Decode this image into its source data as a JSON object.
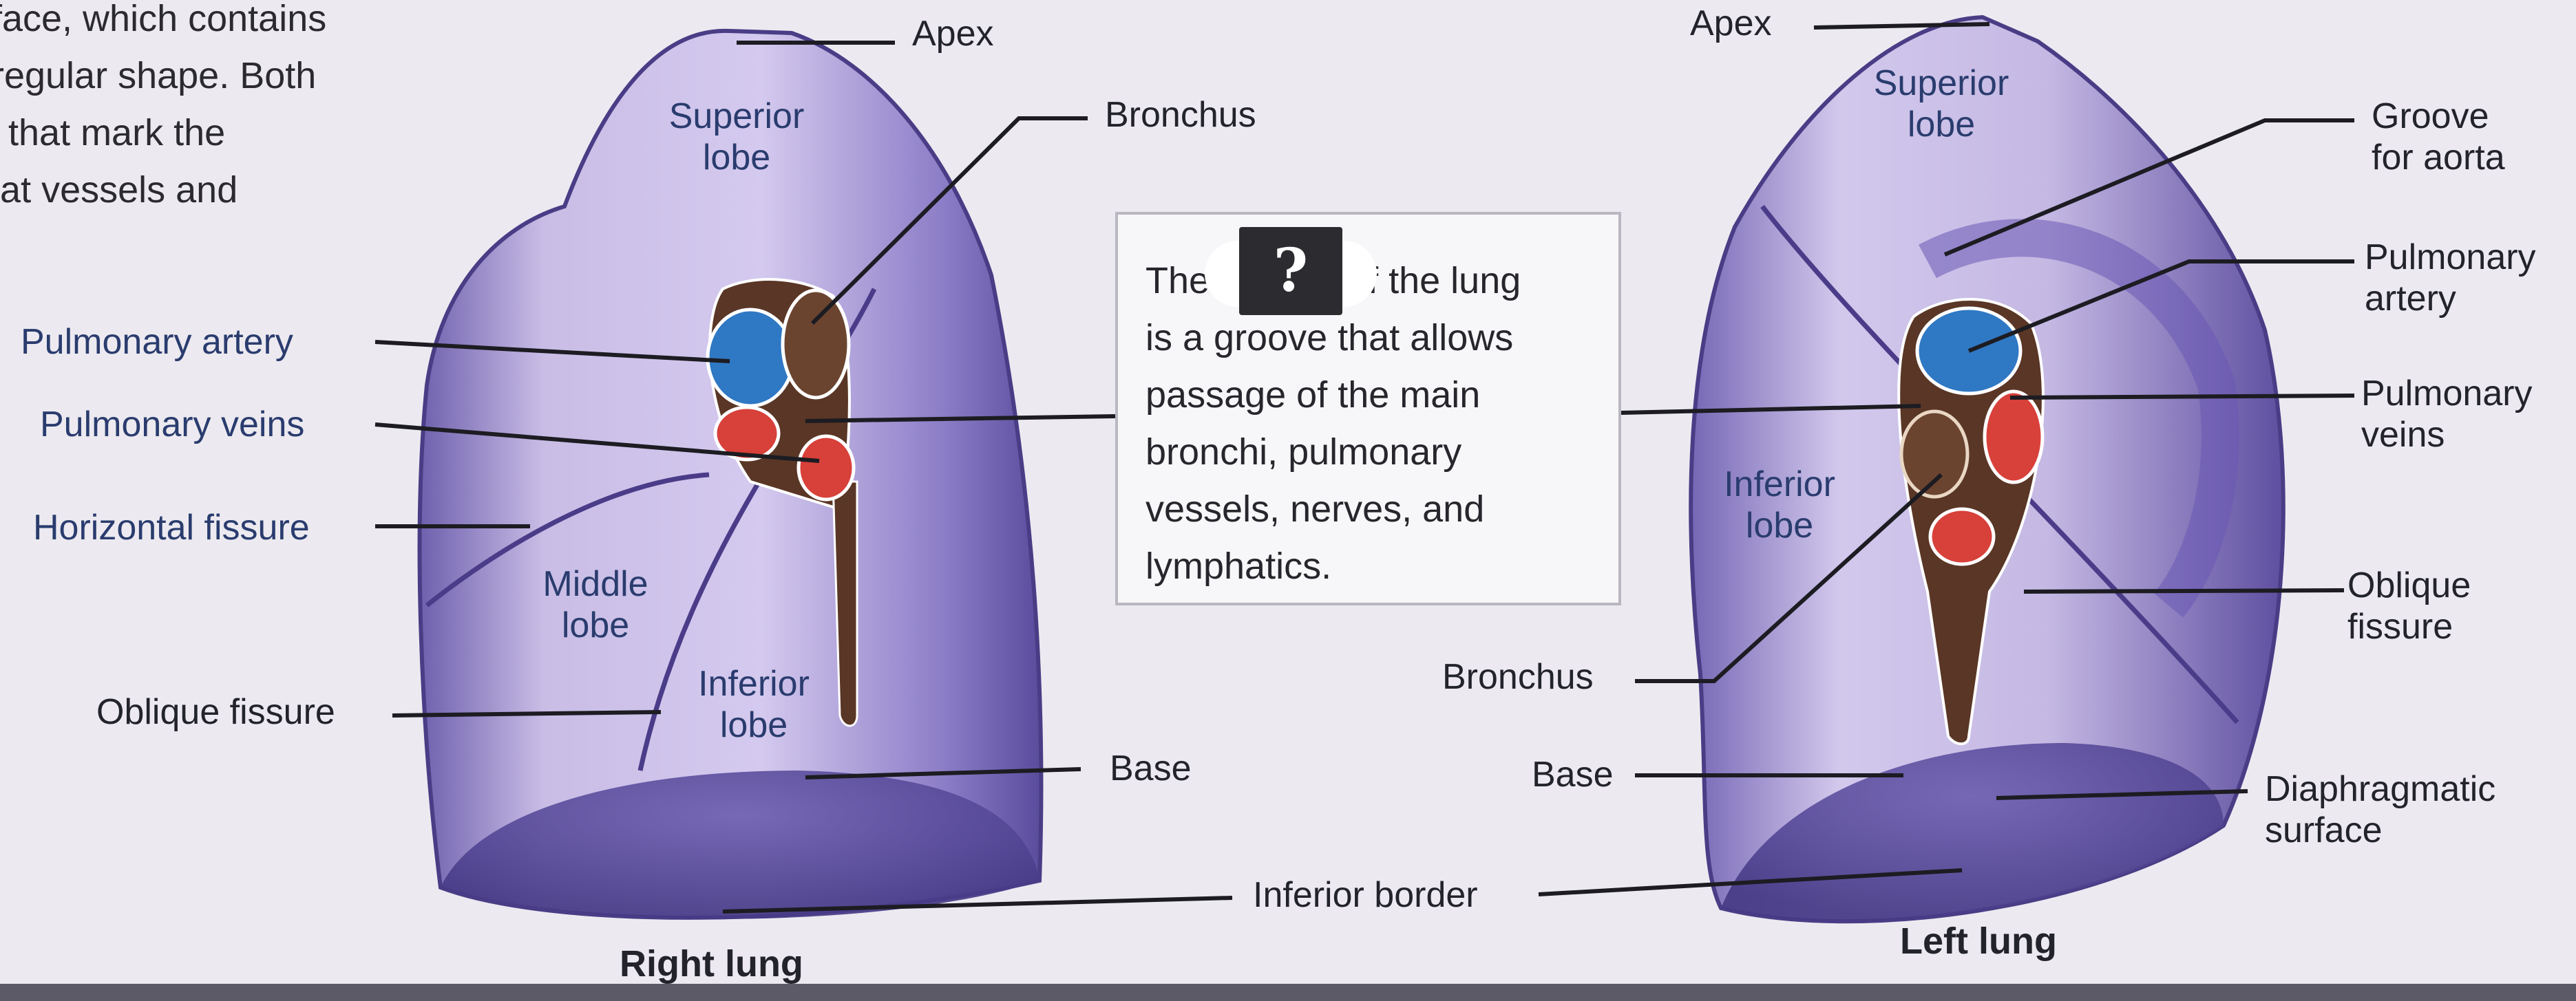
{
  "intro_text": [
    "rface, which contains",
    "rregular shape. Both",
    "s that mark the",
    "eat vessels and"
  ],
  "callout": {
    "line1_pre": "The",
    "mystery_glyph": "?",
    "line1_post": "of the lung",
    "lines": [
      "is a groove that allows",
      "passage of the main",
      "bronchi, pulmonary",
      "vessels, nerves, and",
      "lymphatics."
    ]
  },
  "right_lung": {
    "caption": "Right lung",
    "labels": {
      "apex": "Apex",
      "bronchus": "Bronchus",
      "pulmonary_artery": "Pulmonary artery",
      "pulmonary_veins": "Pulmonary veins",
      "horizontal_fissure": "Horizontal fissure",
      "oblique_fissure": "Oblique fissure",
      "base": "Base",
      "superior_lobe": [
        "Superior",
        "lobe"
      ],
      "middle_lobe": [
        "Middle",
        "lobe"
      ],
      "inferior_lobe": [
        "Inferior",
        "lobe"
      ]
    }
  },
  "left_lung": {
    "caption": "Left lung",
    "labels": {
      "apex": "Apex",
      "groove_for_aorta": [
        "Groove",
        "for aorta"
      ],
      "pulmonary_artery": [
        "Pulmonary",
        "artery"
      ],
      "pulmonary_veins": [
        "Pulmonary",
        "veins"
      ],
      "oblique_fissure": [
        "Oblique",
        "fissure"
      ],
      "diaphragmatic_surface": [
        "Diaphragmatic",
        "surface"
      ],
      "bronchus": "Bronchus",
      "base": "Base",
      "superior_lobe": [
        "Superior",
        "lobe"
      ],
      "inferior_lobe": [
        "Inferior",
        "lobe"
      ]
    }
  },
  "shared_labels": {
    "inferior_border": "Inferior border"
  },
  "colors": {
    "lung_fill": "#b5a6d8",
    "lung_dark": "#5e4f9e",
    "lung_light": "#d8d0ec",
    "artery": "#2f78c4",
    "vein": "#d8403a",
    "bronchus": "#5a3626",
    "leader": "#1c1c22",
    "background": "#eceaf0"
  }
}
